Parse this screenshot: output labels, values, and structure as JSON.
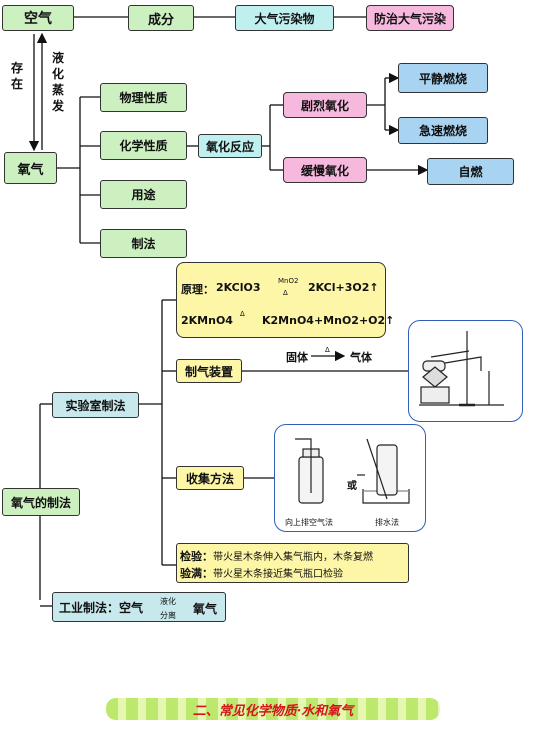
{
  "top": {
    "air": "空气",
    "composition": "成分",
    "pollutants": "大气污染物",
    "prevention": "防治大气污染"
  },
  "side": {
    "exist": "存在",
    "liquefy": "液化蒸发"
  },
  "oxygen": "氧气",
  "properties": {
    "physical": "物理性质",
    "chemical": "化学性质",
    "uses": "用途",
    "preparation": "制法"
  },
  "oxidation": "氧化反应",
  "violent_oxidation": "剧烈氧化",
  "slow_oxidation": "缓慢氧化",
  "calm_burning": "平静燃烧",
  "rapid_burning": "急速燃烧",
  "spontaneous": "自燃",
  "principle": {
    "label": "原理：",
    "eq1_left": "2KClO3",
    "eq1_top": "MnO2",
    "eq1_bottom": "Δ",
    "eq1_right": "2KCl+3O2↑",
    "eq2_left": "2KMnO4",
    "eq2_top": "Δ",
    "eq2_right": "K2MnO4+MnO2+O2↑"
  },
  "apparatus": {
    "label": "制气装置",
    "solid": "固体",
    "arrow_top": "Δ",
    "gas": "气体"
  },
  "collection": {
    "label": "收集方法",
    "or": "或",
    "upward": "向上排空气法",
    "water": "排水法"
  },
  "test": {
    "label1": "检验：",
    "text1": "带火星木条伸入集气瓶内，木条复燃",
    "label2": "验满：",
    "text2": "带火星木条接近集气瓶口检验"
  },
  "lab": "实验室制法",
  "prep_root": "氧气的制法",
  "industrial": {
    "label": "工业制法：空气",
    "arrow_top": "液化",
    "arrow_bottom": "分离",
    "product": "氧气"
  },
  "footer": "二、常见化学物质·水和氧气"
}
